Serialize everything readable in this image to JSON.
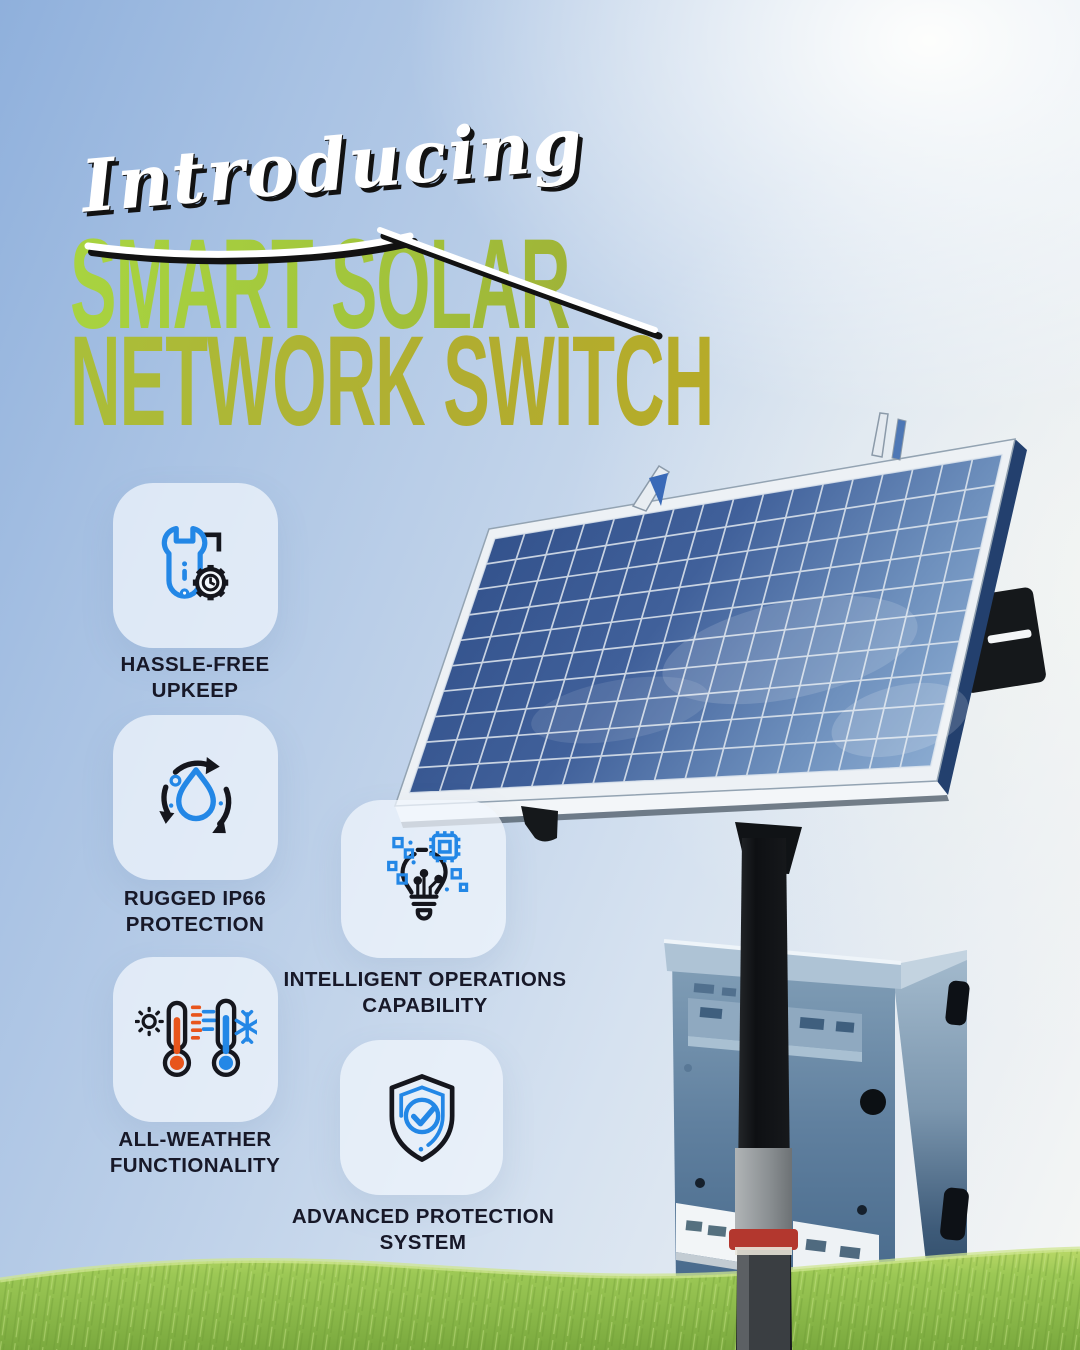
{
  "poster": {
    "eyebrow": "Introducing",
    "title_line1": "SMART SOLAR",
    "title_line2": "NETWORK SWITCH"
  },
  "features": [
    {
      "icon": "wrench-gear-icon",
      "line1": "HASSLE-FREE",
      "line2": "UPKEEP"
    },
    {
      "icon": "droplet-cycle-icon",
      "line1": "RUGGED IP66",
      "line2": "PROTECTION"
    },
    {
      "icon": "thermometers-icon",
      "line1": "ALL-WEATHER",
      "line2": "FUNCTIONALITY"
    },
    {
      "icon": "bulb-chip-icon",
      "line1": "INTELLIGENT OPERATIONS",
      "line2": "CAPABILITY"
    },
    {
      "icon": "shield-check-icon",
      "line1": "ADVANCED PROTECTION",
      "line2": "SYSTEM"
    }
  ],
  "colors": {
    "accent_blue": "#2387e6",
    "icon_black": "#15161d",
    "accent_orange": "#e8551c",
    "title_green_light": "#a9d440",
    "title_green_olive": "#b6ab28",
    "label_text": "#171828",
    "sky_blue": "#8fb0dc",
    "grass_green": "#8fbf4a"
  }
}
